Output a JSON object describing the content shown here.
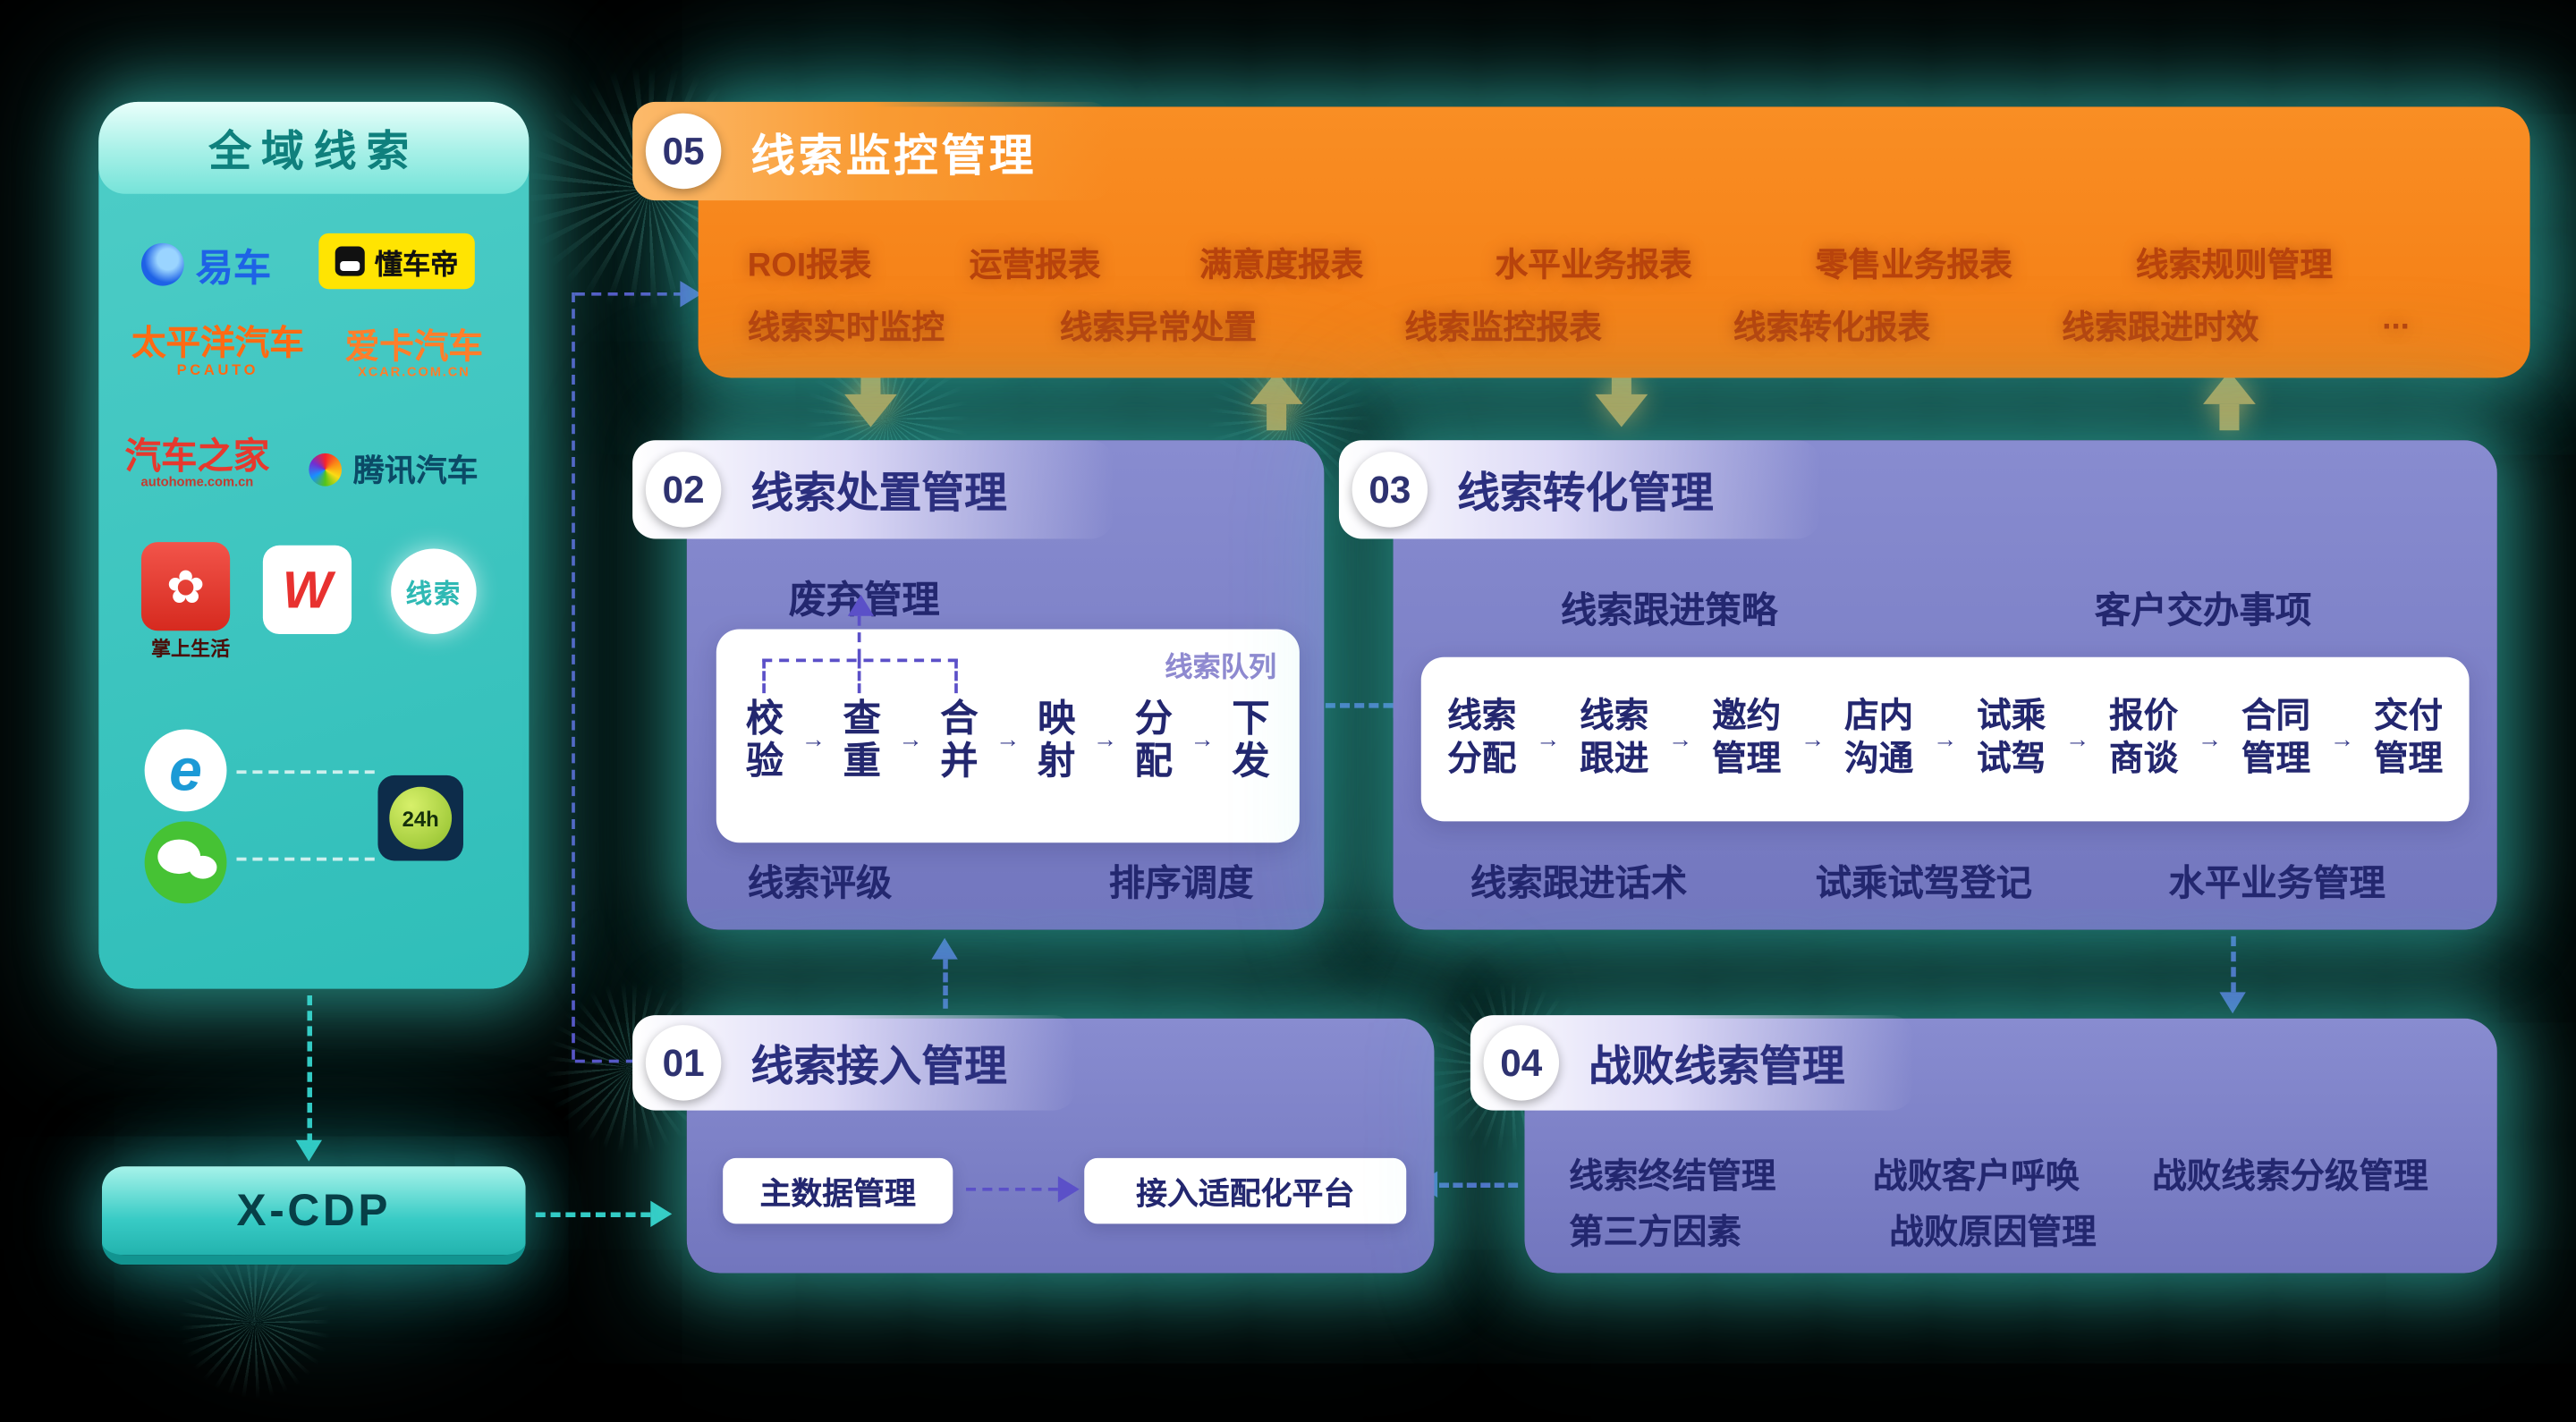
{
  "colors": {
    "teal": "#35CCC6",
    "orange": "#F8831C",
    "purple": "#7E82C8",
    "navy": "#23276F"
  },
  "glyphs": {
    "arrow": "→",
    "flower": "✿"
  },
  "source_panel": {
    "title": "全域线索",
    "cdp": "X-CDP",
    "logos": {
      "yiche": "易车",
      "dongchedi": "懂车帝",
      "pcauto": "太平洋汽车",
      "pcauto_sub": "PCAUTO",
      "xcar": "爱卡汽车",
      "xcar_sub": "XCAR.COM.CN",
      "autohome": "汽车之家",
      "autohome_sub": "autohome.com.cn",
      "tencent": "腾讯汽车",
      "zhangshang": "掌上生活",
      "w": "W",
      "xiansuo": "线索",
      "ie": "e",
      "h24": "24h"
    }
  },
  "p05": {
    "number": "05",
    "title": "线索监控管理",
    "row1": [
      "ROI报表",
      "运营报表",
      "满意度报表",
      "水平业务报表",
      "零售业务报表",
      "线索规则管理"
    ],
    "row2": [
      "线索实时监控",
      "线索异常处置",
      "线索监控报表",
      "线索转化报表",
      "线索跟进时效",
      "..."
    ]
  },
  "p02": {
    "number": "02",
    "title": "线索处置管理",
    "abandon": "废弃管理",
    "queue": "线索队列",
    "pipeline": [
      "校验",
      "查重",
      "合并",
      "映射",
      "分配",
      "下发"
    ],
    "bottom": [
      "线索评级",
      "排序调度"
    ]
  },
  "p03": {
    "number": "03",
    "title": "线索转化管理",
    "top": [
      "线索跟进策略",
      "客户交办事项"
    ],
    "pipeline": [
      "线索分配",
      "线索跟进",
      "邀约管理",
      "店内沟通",
      "试乘试驾",
      "报价商谈",
      "合同管理",
      "交付管理"
    ],
    "bottom": [
      "线索跟进话术",
      "试乘试驾登记",
      "水平业务管理"
    ]
  },
  "p01": {
    "number": "01",
    "title": "线索接入管理",
    "box1": "主数据管理",
    "box2": "接入适配化平台"
  },
  "p04": {
    "number": "04",
    "title": "战败线索管理",
    "row1": [
      "线索终结管理",
      "战败客户呼唤",
      "战败线索分级管理"
    ],
    "row2": [
      "第三方因素",
      "战败原因管理"
    ]
  }
}
